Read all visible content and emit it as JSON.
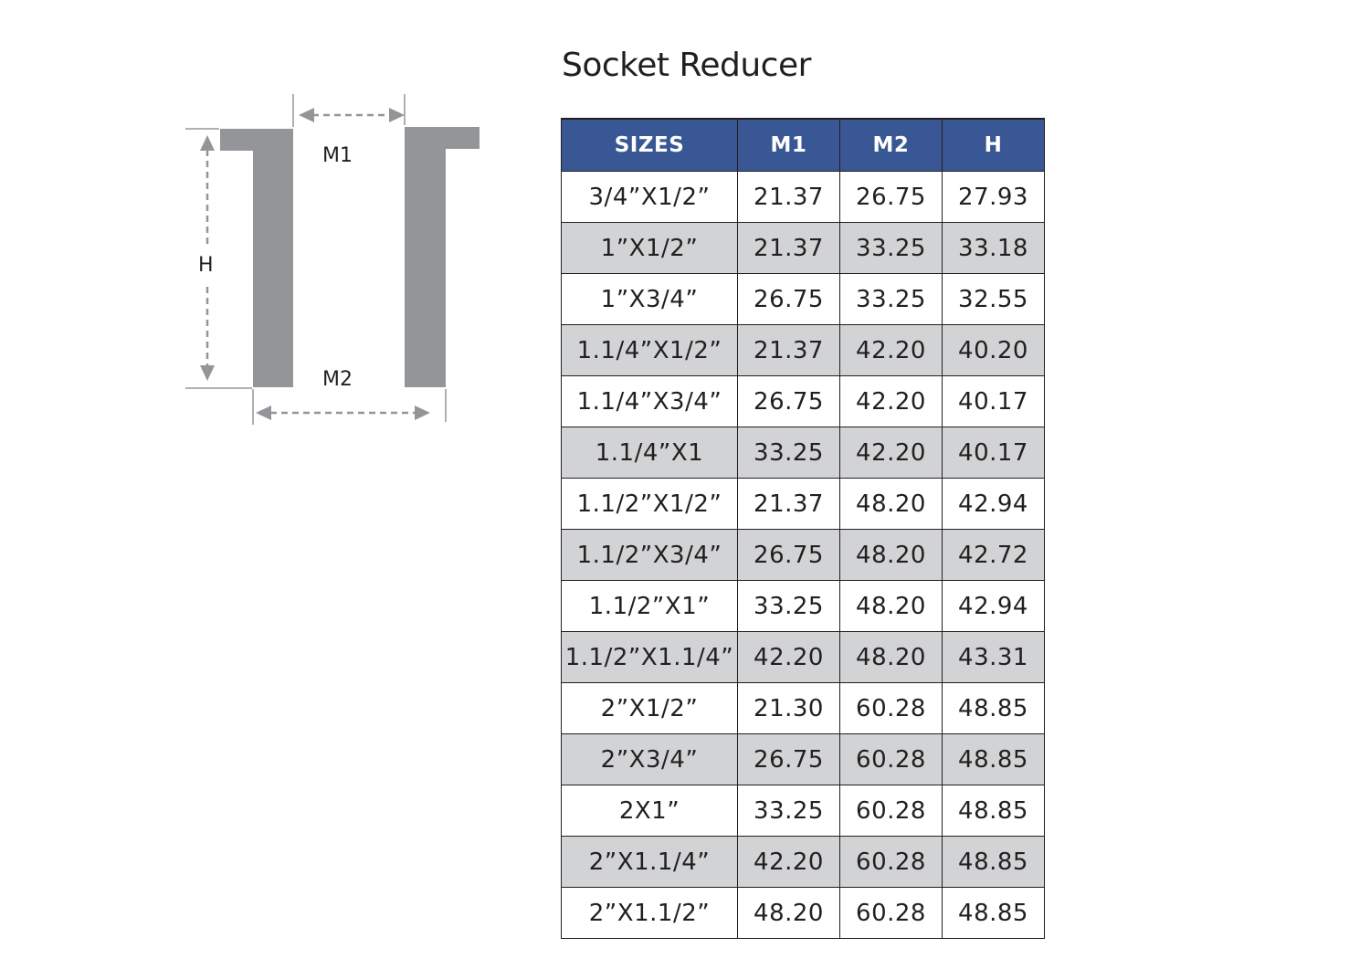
{
  "title": "Socket Reducer",
  "diagram": {
    "labels": {
      "m1": "M1",
      "m2": "M2",
      "h": "H"
    },
    "colors": {
      "body": "#939598",
      "dimension": "#939598"
    }
  },
  "table": {
    "header_color": "#3a5795",
    "shade_color": "#d1d3d4",
    "columns": [
      "SIZES",
      "M1",
      "M2",
      "H"
    ],
    "rows": [
      [
        "3/4”X1/2”",
        "21.37",
        "26.75",
        "27.93"
      ],
      [
        "1”X1/2”",
        "21.37",
        "33.25",
        "33.18"
      ],
      [
        "1”X3/4”",
        "26.75",
        "33.25",
        "32.55"
      ],
      [
        "1.1/4”X1/2”",
        "21.37",
        "42.20",
        "40.20"
      ],
      [
        "1.1/4”X3/4”",
        "26.75",
        "42.20",
        "40.17"
      ],
      [
        "1.1/4”X1",
        "33.25",
        "42.20",
        "40.17"
      ],
      [
        "1.1/2”X1/2”",
        "21.37",
        "48.20",
        "42.94"
      ],
      [
        "1.1/2”X3/4”",
        "26.75",
        "48.20",
        "42.72"
      ],
      [
        "1.1/2”X1”",
        "33.25",
        "48.20",
        "42.94"
      ],
      [
        "1.1/2”X1.1/4”",
        "42.20",
        "48.20",
        "43.31"
      ],
      [
        "2”X1/2”",
        "21.30",
        "60.28",
        "48.85"
      ],
      [
        "2”X3/4”",
        "26.75",
        "60.28",
        "48.85"
      ],
      [
        "2X1”",
        "33.25",
        "60.28",
        "48.85"
      ],
      [
        "2”X1.1/4”",
        "42.20",
        "60.28",
        "48.85"
      ],
      [
        "2”X1.1/2”",
        "48.20",
        "60.28",
        "48.85"
      ]
    ]
  }
}
